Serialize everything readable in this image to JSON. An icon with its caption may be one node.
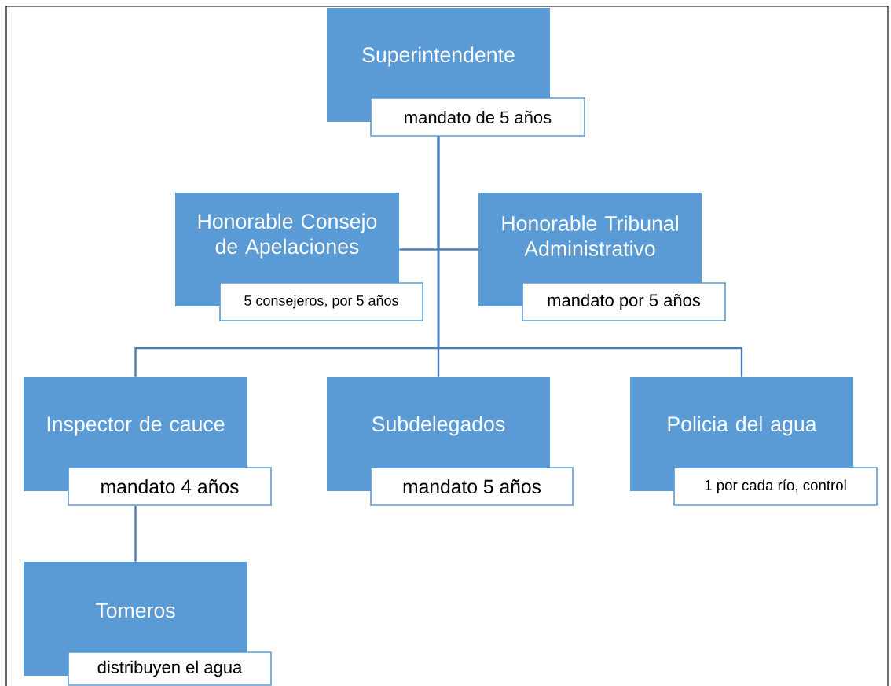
{
  "diagram": {
    "nodes": [
      {
        "text": [
          "Superintendente",
          "mandato de 5 años"
        ]
      },
      {
        "text": [
          "Honorable Consejo de Apelaciones",
          "5 consejeros, por 5 años"
        ]
      },
      {
        "text": [
          "Honorable Tribunal Administrativo",
          "mandato por 5 años"
        ]
      },
      {
        "text": [
          "Inspector de cauce",
          "mandato 4 años"
        ]
      },
      {
        "text": [
          "Subdelegados",
          "mandato 5 años"
        ]
      },
      {
        "text": [
          "Policia del agua",
          "1 por cada río, control"
        ]
      },
      {
        "text": [
          "Tomeros",
          "distribuyen el agua"
        ]
      }
    ],
    "edges": [
      {
        "from": 0,
        "to": 1,
        "arrow": "none"
      },
      {
        "from": 0,
        "to": 2,
        "arrow": "none"
      },
      {
        "from": 0,
        "to": 3,
        "arrow": "none"
      },
      {
        "from": 0,
        "to": 4,
        "arrow": "none"
      },
      {
        "from": 0,
        "to": 5,
        "arrow": "none"
      },
      {
        "from": 3,
        "to": 6,
        "arrow": "none"
      }
    ]
  }
}
